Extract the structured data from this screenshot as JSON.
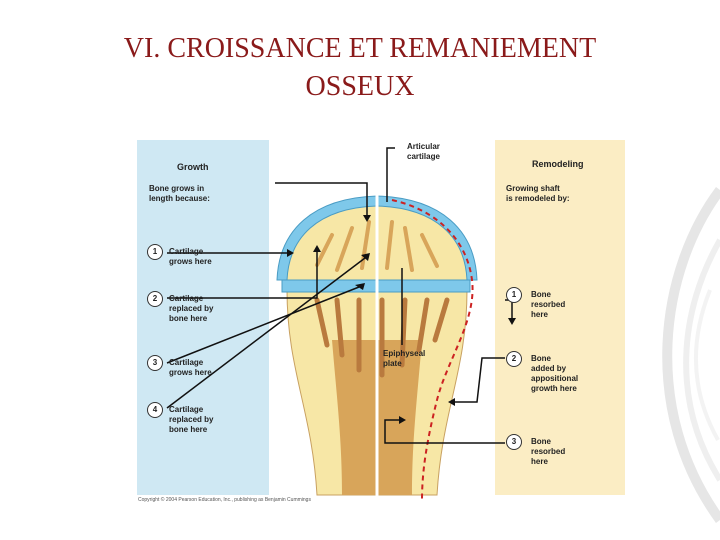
{
  "slide": {
    "title": "VI. CROISSANCE  ET  REMANIEMENT\nOSSEUX"
  },
  "figure": {
    "growth": {
      "title": "Growth",
      "intro": "Bone grows in\nlength because:",
      "steps": [
        {
          "num": "1",
          "text": "Cartilage\ngrows here"
        },
        {
          "num": "2",
          "text": "Cartilage\nreplaced by\nbone here"
        },
        {
          "num": "3",
          "text": "Cartilage\ngrows here"
        },
        {
          "num": "4",
          "text": "Cartilage\nreplaced by\nbone here"
        }
      ]
    },
    "remodeling": {
      "title": "Remodeling",
      "intro": "Growing shaft\nis remodeled by:",
      "steps": [
        {
          "num": "1",
          "text": "Bone\nresorbed\nhere"
        },
        {
          "num": "2",
          "text": "Bone\nadded by\nappositional\ngrowth here"
        },
        {
          "num": "3",
          "text": "Bone\nresorbed\nhere"
        }
      ]
    },
    "labels": {
      "articular": "Articular\ncartilage",
      "epiphyseal": "Epiphyseal\nplate"
    },
    "copyright": "Copyright © 2004 Pearson Education, Inc., publishing as Benjamin Cummings",
    "colors": {
      "growth_panel": "#cfe8f3",
      "remodel_panel": "#fbedc4",
      "cartilage": "#7ec8ea",
      "bone_light": "#f7e7a6",
      "bone_dark": "#d8a55a",
      "marrow": "#b97a3e",
      "dashed_line": "#cc2222"
    }
  }
}
